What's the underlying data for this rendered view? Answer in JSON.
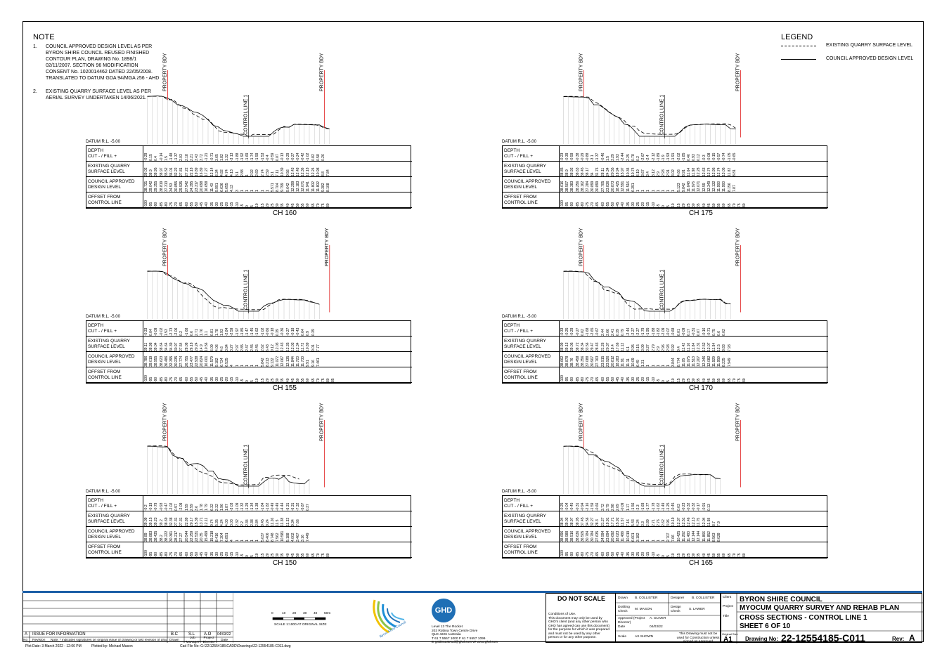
{
  "notes": {
    "title": "NOTE",
    "items": [
      {
        "num": "1.",
        "lines": [
          "COUNCIL APPROVED DESIGN LEVEL AS PER",
          "BYRON SHIRE COUNCIL REUSED FINISHED",
          "CONTOUR PLAN, DRAWING No. 1898/1",
          "02/11/2007. SECTION 96 MODIFICATION",
          "CONSENT No. 1020014462 DATED 22/05/2008.",
          "TRANSLATED TO DATUM GDA 94/MGA z56 - AHD"
        ]
      },
      {
        "num": "2.",
        "lines": [
          "EXISTING QUARRY SURFACE LEVEL AS PER",
          "AERIAL SURVEY UNDERTAKEN 14/06/2021."
        ]
      }
    ]
  },
  "legend": {
    "title": "LEGEND",
    "items": [
      "EXISTING QUARRY SURFACE LEVEL",
      "COUNCIL APPROVED DESIGN LEVEL"
    ]
  },
  "labels": {
    "datum": "DATUM R.L. -5.00",
    "property_bdy": "PROPERTY BDY",
    "control_line": "CONTROL LINE 1",
    "rows": [
      [
        "DEPTH",
        "CUT - / FILL +"
      ],
      [
        "EXISTING QUARRY",
        "SURFACE LEVEL"
      ],
      [
        "COUNCIL APPROVED",
        "DESIGN LEVEL"
      ],
      [
        "OFFSET FROM",
        "CONTROL LINE"
      ]
    ]
  },
  "sections": [
    {
      "ch": "CH 160",
      "offsets": [
        "-100",
        "-95",
        "-90",
        "-85",
        "-80",
        "-75",
        "-70",
        "-65",
        "-60",
        "-55",
        "-50",
        "-45",
        "-40",
        "-35",
        "-30",
        "-25",
        "-20",
        "-15",
        "-10",
        "-5",
        "0",
        "5",
        "10",
        "15",
        "20",
        "25",
        "30",
        "35",
        "40",
        "45",
        "50",
        "55",
        "60",
        "65",
        "70",
        "75",
        "80"
      ],
      "existing": [
        "39.02",
        "38.9",
        "38.95",
        "38.97",
        "35.52",
        "36.01",
        "32.22",
        "27.81",
        "27.22",
        "22.18",
        "19.89",
        "16.89",
        "17.27",
        "12.14",
        "6.34",
        "4.82",
        "4.74",
        "4.13",
        "3.1",
        "2.88",
        "1",
        "2.92",
        "2.69",
        "2.74",
        "2.59",
        "3.1",
        "7.11",
        "10.39",
        "9.56",
        "12.43",
        "12.48",
        "12.36",
        "12.18",
        "12.24",
        "10.98",
        "8.8",
        "7.84"
      ],
      "design": [
        "38.731",
        "39.042",
        "39.355",
        "38.819",
        "37.313",
        "34.53",
        "30.855",
        "29.935",
        "27.542",
        "24.395",
        "23.317",
        "20.698",
        "16.658",
        "11.43",
        "9.991",
        "6.636",
        "5.655",
        "4.13",
        "3",
        "1",
        "1",
        "1",
        "1",
        "1",
        "1",
        "5.571",
        "8.704",
        "9.799",
        "9.642",
        "12.299",
        "12.183",
        "12.071",
        "11.941",
        "11.802",
        "11.802",
        "9.382",
        "8.108"
      ],
      "depth": [
        "-0.29",
        "0.15",
        "0.4",
        "-0.14",
        "1.5",
        "-1.48",
        "-1.37",
        "2.03",
        "2.18",
        "2.21",
        "3.43",
        "3.72",
        "-1.21",
        "-0.71",
        "3.65",
        "1.82",
        "1.32",
        "-3.13",
        "-1.88",
        "-1.92",
        "-1.69",
        "-1.74",
        "-1.59",
        "-1.53",
        "-0.4",
        "-0.59",
        "0.07",
        "-0.13",
        "-0.29",
        "-0.27",
        "-0.24",
        "-0.42",
        "-1.02",
        "0.82",
        "0.58",
        "0.26",
        ""
      ]
    },
    {
      "ch": "CH 175",
      "offsets": [
        "-100",
        "-95",
        "-90",
        "-85",
        "-80",
        "-75",
        "-70",
        "-65",
        "-60",
        "-55",
        "-50",
        "-45",
        "-40",
        "-35",
        "-30",
        "-25",
        "-20",
        "-15",
        "-10",
        "-5",
        "0",
        "5",
        "10",
        "15",
        "20",
        "25",
        "30",
        "35",
        "40",
        "45",
        "50",
        "55",
        "60",
        "65",
        "70",
        "75",
        "80"
      ],
      "existing": [
        "38.85",
        "38.9",
        "38.92",
        "38.63",
        "38.45",
        "38.17",
        "34",
        "31.76",
        "28.11",
        "24.34",
        "20.55",
        "18.94",
        "15.97",
        "10.34",
        "10.74",
        "6.19",
        "3.67",
        "3.4",
        "3.12",
        "2.9",
        "2.93",
        "2.91",
        "3.02",
        "4.66",
        "8.91",
        "11.64",
        "11.98",
        "12.28",
        "12.63",
        "12.74",
        "12.95",
        "12.74",
        "13.05",
        "11.82",
        "8.81",
        ""
      ],
      "design": [
        "38.616",
        "38.507",
        "38.383",
        "38.256",
        "38.162",
        "37.284",
        "30.899",
        "30.899",
        "27.705",
        "23.836",
        "20.873",
        "18.425",
        "12.591",
        "11.516",
        "6.391",
        "1",
        "1",
        "1",
        "1",
        "1",
        "1",
        "1",
        "1",
        "5.123",
        "9.842",
        "11.648",
        "11.976",
        "12.071",
        "12.59",
        "12.349",
        "12.132",
        "11.993",
        "11.993",
        "8.156",
        "7.87"
      ],
      "depth": [
        "-0.23",
        "-0.39",
        "-0.59",
        "-0.38",
        "-0.29",
        "-0.88",
        "-3.1",
        "-1.37",
        "-0.46",
        "1.5",
        "3.29",
        "1.93",
        "-2.44",
        "2.25",
        "0.78",
        "0.2",
        "-2.67",
        "-2.4",
        "-2.12",
        "-1.89",
        "-1.9",
        "-1.93",
        "-1.91",
        "-2.02",
        "-1.85",
        "0.46",
        "0.93",
        "0.12",
        "-0.3",
        "-0.08",
        "-0.15",
        "-0.57",
        "-0.74",
        "-1.05",
        "-0.65",
        "",
        ""
      ]
    },
    {
      "ch": "CH 155",
      "offsets": [
        "-100",
        "-95",
        "-90",
        "-85",
        "-80",
        "-75",
        "-70",
        "-65",
        "-60",
        "-55",
        "-50",
        "-45",
        "-40",
        "-35",
        "-30",
        "-25",
        "-20",
        "-15",
        "-10",
        "-5",
        "0",
        "5",
        "10",
        "15",
        "20",
        "25",
        "30",
        "35",
        "40",
        "45",
        "50",
        "55",
        "60",
        "65",
        "70",
        "75",
        "80",
        "85"
      ],
      "existing": [
        "39.11",
        "38.98",
        "39.04",
        "38.64",
        "34.64",
        "34.39",
        "30.97",
        "27.54",
        "28.08",
        "26.18",
        "20.24",
        "14.9",
        "10.56",
        "6.09",
        "4.06",
        "4.6",
        "3.84",
        "3.27",
        "2.97",
        "2.85",
        "2.47",
        "2.45",
        "2.45",
        "2.62",
        "6.43",
        "9.12",
        "12.03",
        "12.43",
        "12.35",
        "12.03",
        "12.34",
        "11.73",
        "10.89",
        "9.01",
        "7.77",
        ""
      ],
      "design": [
        "38.786",
        "39.019",
        "38.955",
        "38.623",
        "36.486",
        "32.395",
        "30.235",
        "27.774",
        "26.755",
        "23.477",
        "22.938",
        "20.824",
        "16.001",
        "11.579",
        "9.182",
        "6.734",
        "6.535",
        "4",
        "1",
        "1",
        "1",
        "1",
        "1",
        "5.842",
        "8.213",
        "9.132",
        "11.072",
        "12.067",
        "12.135",
        "11.844",
        "11.723",
        "11.733",
        "9.91",
        "9.16",
        "7.461"
      ],
      "depth": [
        "-0.33",
        "0.04",
        "-0.09",
        "-0.02",
        "1.53",
        "-2.73",
        "-2.06",
        "0.2",
        "-1.68",
        "0.6",
        "2.71",
        "1.76",
        "1.1",
        "0.81",
        "1.78",
        "1.93",
        "-2.84",
        "-2.59",
        "-1.97",
        "-1.85",
        "-1.47",
        "-1.45",
        "-1.62",
        "-1.02",
        "-0.66",
        "-0.18",
        "0.39",
        "-0.36",
        "-0.27",
        "-0.18",
        "-0.43",
        "0.64",
        "0.9",
        "0.39",
        "",
        "",
        ""
      ]
    },
    {
      "ch": "CH 170",
      "offsets": [
        "-100",
        "-95",
        "-90",
        "-85",
        "-80",
        "-75",
        "-70",
        "-65",
        "-60",
        "-55",
        "-50",
        "-45",
        "-40",
        "-35",
        "-30",
        "-25",
        "-20",
        "-15",
        "-10",
        "-5",
        "0",
        "5",
        "10",
        "15",
        "20",
        "25",
        "30",
        "35",
        "40",
        "45",
        "50",
        "55",
        "60",
        "65",
        "70",
        "75",
        "80"
      ],
      "existing": [
        "38.99",
        "39.13",
        "39.05",
        "38.72",
        "38.34",
        "33.56",
        "29.47",
        "28.43",
        "21.26",
        "20.37",
        "18.4",
        "17.66",
        "11.12",
        "6.1",
        "2.95",
        "3.15",
        "3.09",
        "3.27",
        "2.79",
        "2.9",
        "2.96",
        "2.93",
        "3.92",
        "9.4",
        "11.42",
        "11.16",
        "11.84",
        "12.31",
        "12.52",
        "12.07",
        "11.94",
        "12.5",
        "8.83",
        "7.93",
        ""
      ],
      "design": [
        "38.662",
        "38.878",
        "38.76",
        "38.458",
        "38.356",
        "37.088",
        "30.907",
        "27.763",
        "23.915",
        "23.926",
        "20.812",
        "18.283",
        "11.91",
        "11.11",
        "10.09",
        "6.49",
        "1.31",
        "1",
        "1",
        "1",
        "1",
        "1",
        "3.844",
        "8.774",
        "11.05",
        "11.075",
        "11.513",
        "12.207",
        "12.346",
        "12.082",
        "11.929",
        "11.959",
        "8.235",
        "7.949"
      ],
      "depth": [
        "-0.33",
        "-0.25",
        "-0.29",
        "-0.27",
        "0.02",
        "-1.68",
        "-2.65",
        "-0.67",
        "2.44",
        "3.66",
        "2.41",
        "0.39",
        "0.79",
        "-2.44",
        "-2.27",
        "-2.27",
        "-1.79",
        "-1.95",
        "-1.88",
        "-1.82",
        "-2.09",
        "-0.07",
        "-0.68",
        "0.01",
        "-0.09",
        "0.17",
        "-0.31",
        "0.07",
        "-0.16",
        "-0.71",
        "0.75",
        "0.6",
        "0.02",
        "",
        "",
        ""
      ]
    },
    {
      "ch": "CH 150",
      "offsets": [
        "-100",
        "-95",
        "-90",
        "-85",
        "-80",
        "-75",
        "-70",
        "-65",
        "-60",
        "-55",
        "-50",
        "-45",
        "-40",
        "-35",
        "-30",
        "-25",
        "-20",
        "-15",
        "-10",
        "-5",
        "0",
        "5",
        "10",
        "15",
        "20",
        "25",
        "30",
        "35",
        "40",
        "45",
        "50",
        "55",
        "60",
        "65",
        "70",
        "75",
        "80"
      ],
      "existing": [
        "39.09",
        "39.15",
        "39.23",
        "39.2",
        "38.69",
        "32.38",
        "27.31",
        "27.31",
        "22.89",
        "20.17",
        "15.38",
        "13.71",
        "12.11",
        "9.74",
        "5.35",
        "4.24",
        "4.03",
        "3.03",
        "2.32",
        "2.2",
        "2.34",
        "2.38",
        "2.84",
        "9.45",
        "9.24",
        "11.26",
        "11.5",
        "11.38",
        "11.32",
        "9.34",
        "7.66",
        ""
      ],
      "design": [
        "38.89",
        "38.883",
        "38.435",
        "38.2",
        "38.222",
        "30.361",
        "28.217",
        "27.27",
        "20.544",
        "22.259",
        "22.531",
        "20.35",
        "15.499",
        "15.218",
        "8.416",
        "7.304",
        "6.891",
        "4",
        "1",
        "1",
        "1",
        "1",
        "1",
        "5.037",
        "8.406",
        "8.748",
        "7.562",
        "10.581",
        "5.188",
        "4.002",
        "3.467",
        "3.16",
        "7.449"
      ],
      "depth": [
        "-0.2",
        "-0.19",
        "-0.79",
        "-0.93",
        "-0.47",
        "-2.02",
        "0.97",
        "-2.09",
        "1.59",
        "2.59",
        "3.6",
        "1.78",
        "1.79",
        "6.32",
        "2.32",
        "1.96",
        "1.87",
        "-3.03",
        "-1.09",
        "-1.32",
        "-1.29",
        "-1.34",
        "-1.38",
        "-1.84",
        "-1.82",
        "-0.49",
        "-0.49",
        "-4.44",
        "-6.31",
        "-6.31",
        "-7.32",
        "-5.87",
        "0.37",
        "",
        "",
        ""
      ]
    },
    {
      "ch": "CH 165",
      "offsets": [
        "-100",
        "-95",
        "-90",
        "-85",
        "-80",
        "-75",
        "-70",
        "-65",
        "-60",
        "-55",
        "-50",
        "-45",
        "-40",
        "-35",
        "-30",
        "-25",
        "-20",
        "-15",
        "-10",
        "-5",
        "0",
        "5",
        "10",
        "15",
        "20",
        "25",
        "30",
        "35",
        "40",
        "45",
        "50",
        "55",
        "60",
        "65",
        "70",
        "75",
        "80"
      ],
      "existing": [
        "38.94",
        "39.03",
        "38.97",
        "38.95",
        "37.45",
        "34.56",
        "32.27",
        "28.3",
        "21.27",
        "19.91",
        "17.71",
        "15.92",
        "11.57",
        "7.16",
        "5.43",
        "4.24",
        "3.3",
        "2.89",
        "2.71",
        "2.76",
        "2.62",
        "3.96",
        "10.19",
        "12.37",
        "12.51",
        "12.46",
        "12.13",
        "11.75",
        "12.04",
        "11.98",
        "8.7",
        "7.9",
        ""
      ],
      "design": [
        "38.696",
        "38.988",
        "38.516",
        "38.636",
        "36.505",
        "30.784",
        "30.784",
        "27.635",
        "24.994",
        "23.894",
        "20.692",
        "18.023",
        "11.488",
        "10.019",
        "6.601",
        "3.182",
        "1",
        "1",
        "1",
        "1",
        "1",
        "2.707",
        "7.66",
        "10.425",
        "11.262",
        "11.483",
        "12.144",
        "12.144",
        "11.866",
        "11.852",
        "8.563",
        "8.028"
      ],
      "depth": [
        "-0.25",
        "-0.04",
        "-0.45",
        "-0.31",
        "-0.94",
        "-2.16",
        "-1.59",
        "-0.66",
        "3.72",
        "3.79",
        "2.98",
        "2.09",
        "-0.09",
        "1.17",
        "-1.56",
        "-2.3",
        "-1.69",
        "-1.77",
        "-1.78",
        "-1.62",
        "-1.49",
        "-1.25",
        "-0.45",
        "0.03",
        "-0.23",
        "-0.32",
        "-0.32",
        "-0.17",
        "-0.91",
        "0.13",
        "",
        "",
        "",
        ""
      ]
    }
  ],
  "titleblock": {
    "revisions": [
      {
        "no": "A",
        "revision": "ISSUE FOR INFORMATION",
        "drawn": "B.C",
        "job_manager": "S.L",
        "project_director": "A.O",
        "date": "04/03/22"
      }
    ],
    "rev_headers": [
      "No",
      "Revision",
      "Drawn",
      "Job Manager",
      "Project Director",
      "Date"
    ],
    "rev_note": "Note: * indicates signatures on original issue of drawing or last revision of drawing",
    "scale_bar_ticks": [
      "0",
      "10",
      "20",
      "30",
      "40",
      "50m"
    ],
    "scale_text": "SCALE 1:1000 AT ORIGINAL SIZE",
    "logo_text": "Byron Shire Council",
    "ghd": {
      "logo": "GHD",
      "address": [
        "Level 13 The Rocket",
        "203 Robina Town Centre Drive",
        "QLD 4226 Australia",
        "T 61 7 5557 1000  F 61 7 5557 1099",
        "E goldcoastmail@ghd.com  W www.ghd.com"
      ]
    },
    "do_not_scale": "DO NOT SCALE",
    "conditions": [
      "Conditions of Use.",
      "This document may only be used by",
      "GHD's client (and any other person who",
      "GHD has agreed can use this document)",
      "for the purpose for which it was prepared",
      "and must not be used by any other",
      "person or for any other purpose."
    ],
    "drawn_label": "Drawn",
    "drawn": "B. COLLISTER",
    "designer_label": "Designer",
    "designer": "B. COLLISTER",
    "drafting_check_label": "Drafting Check",
    "drafting_check": "M. MASON",
    "design_check_label": "Design Check",
    "design_check": "S. LAWER",
    "approved_label": "Approved (Project Director)",
    "approved": "A. OLIVER",
    "date_label": "Date",
    "date": "04/03/22",
    "scale_label": "Scale",
    "scale": "AS SHOWN",
    "construction_note": [
      "This Drawing must not be",
      "used for Construction unless",
      "signed as Approved"
    ],
    "client_label": "Client",
    "client": "BYRON SHIRE COUNCIL",
    "project_label": "Project",
    "project": "MYOCUM QUARRY SURVEY AND REHAB PLAN",
    "title_label": "Title",
    "title1": "CROSS SECTIONS - CONTROL LINE 1",
    "title2": "SHEET 6 OF 10",
    "size_label": "Original Size",
    "size": "A1",
    "drawing_no_label": "Drawing No:",
    "drawing_no": "22-12554185-C011",
    "rev_label": "Rev:",
    "rev": "A"
  },
  "footer": {
    "plot_date": "Plot Date:   3 March 2022 - 12:06 PM",
    "plotted_by": "Plotted by:   Michael Mason",
    "cad_file": "Cad File No:   G:\\22\\12554185\\CADD\\Drawings\\22-12554185-C011.dwg"
  },
  "colors": {
    "property_line": "#e02020",
    "ghd_blue": "#1f6fb5",
    "rule_blue": "#1b5ea6"
  }
}
